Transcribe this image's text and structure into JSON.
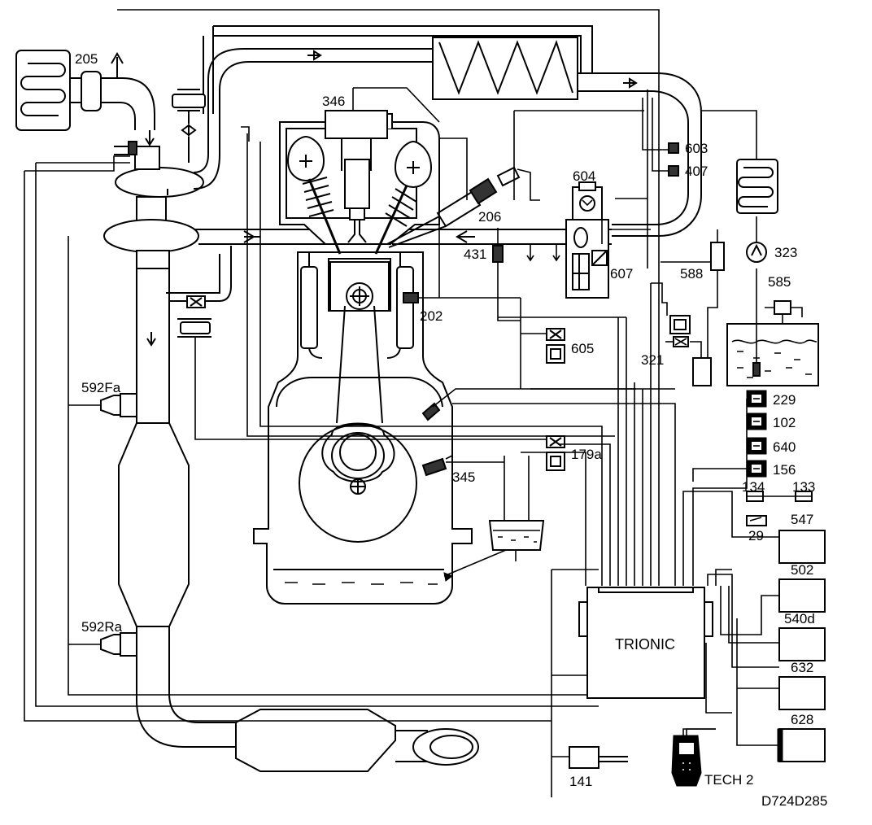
{
  "diagram_id": "D724D285",
  "ecu_label": "TRIONIC",
  "tool_label": "TECH 2",
  "component_labels": {
    "c205": "205",
    "c346": "346",
    "c603": "603",
    "c407": "407",
    "c604": "604",
    "c206": "206",
    "c431": "431",
    "c607": "607",
    "c588": "588",
    "c585": "585",
    "c323": "323",
    "c202": "202",
    "c605": "605",
    "c321": "321",
    "c229": "229",
    "c102": "102",
    "c640": "640",
    "c156": "156",
    "c134": "134",
    "c133": "133",
    "c29": "29",
    "c547": "547",
    "c502": "502",
    "c540d": "540d",
    "c632": "632",
    "c628": "628",
    "c179a": "179a",
    "c345": "345",
    "c592Fa": "592Fa",
    "c592Ra": "592Ra",
    "c141": "141"
  }
}
